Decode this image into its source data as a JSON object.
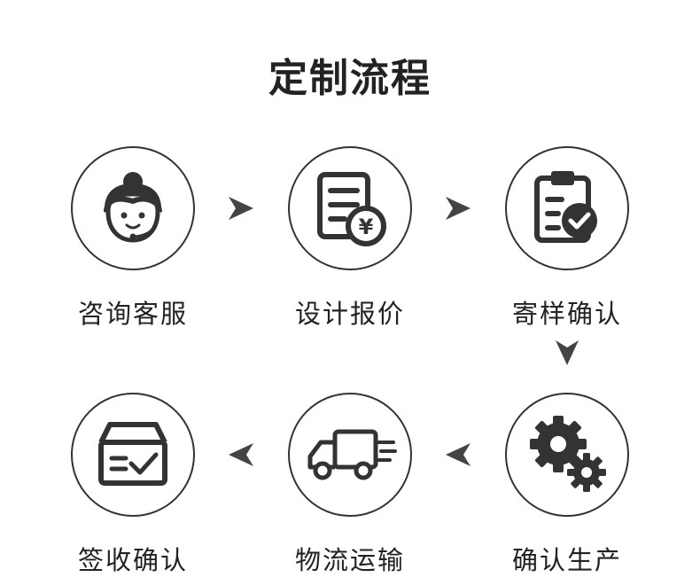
{
  "title": "定制流程",
  "steps": [
    {
      "label": "咨询客服",
      "icon": "customer-service-icon"
    },
    {
      "label": "设计报价",
      "icon": "quote-document-icon"
    },
    {
      "label": "寄样确认",
      "icon": "clipboard-check-icon"
    },
    {
      "label": "确认生产",
      "icon": "gears-icon"
    },
    {
      "label": "物流运输",
      "icon": "delivery-truck-icon"
    },
    {
      "label": "签收确认",
      "icon": "box-check-icon"
    }
  ],
  "flow_order": [
    "咨询客服",
    "设计报价",
    "寄样确认",
    "确认生产",
    "物流运输",
    "签收确认"
  ]
}
